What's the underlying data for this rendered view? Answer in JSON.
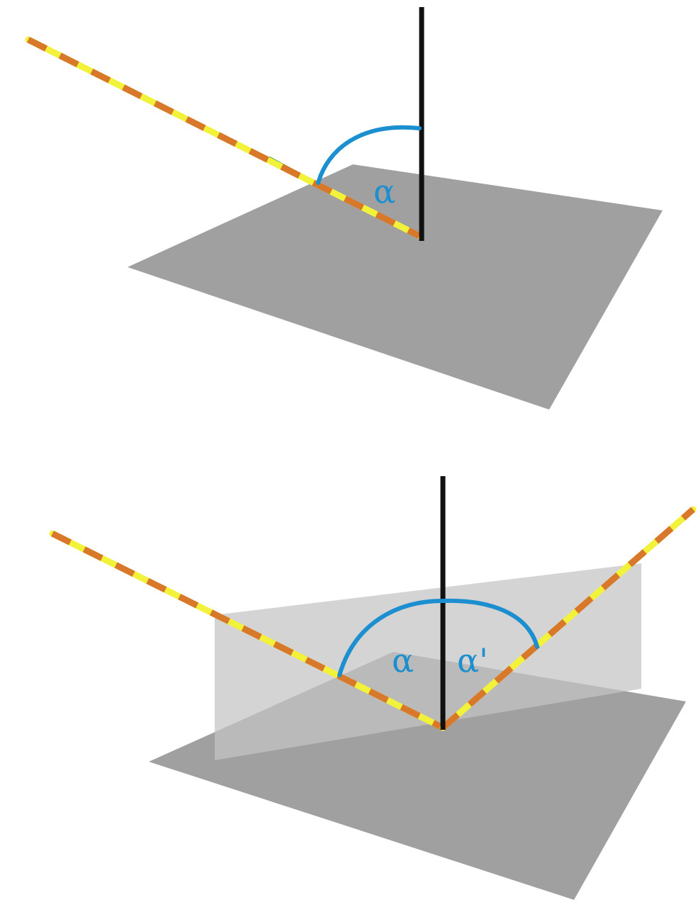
{
  "colors": {
    "background": "#ffffff",
    "plane": "#a0a0a0",
    "plane_of_incidence": "#c4c4c4",
    "normal": "#111111",
    "ray_base": "#f2f23a",
    "ray_dash": "#d8782a",
    "arc": "#1b8fd0",
    "label": "#1b8fd0",
    "projection": "#2b8c2b"
  },
  "top_figure": {
    "angle_label": "α"
  },
  "bottom_figure": {
    "incidence_label": "α",
    "reflection_label": "α'"
  }
}
